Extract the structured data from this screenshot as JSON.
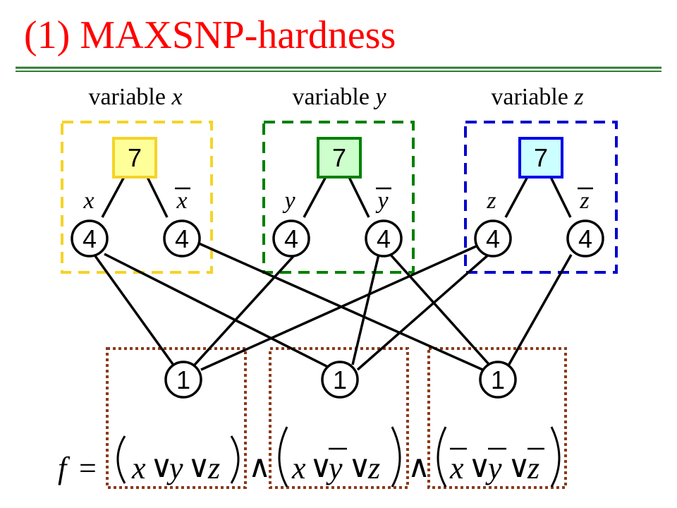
{
  "title": "(1) MAXSNP-hardness",
  "variables": [
    {
      "label": "variable ",
      "var": "x",
      "root": "7",
      "pos_lit": "x",
      "neg_lit": "x",
      "pos_weight": "4",
      "neg_weight": "4",
      "box_color": "#f5d327",
      "root_fill": "#ffff99",
      "root_stroke": "#f5d327"
    },
    {
      "label": "variable ",
      "var": "y",
      "root": "7",
      "pos_lit": "y",
      "neg_lit": "y",
      "pos_weight": "4",
      "neg_weight": "4",
      "box_color": "#008000",
      "root_fill": "#ccffcc",
      "root_stroke": "#008000"
    },
    {
      "label": "variable ",
      "var": "z",
      "root": "7",
      "pos_lit": "z",
      "neg_lit": "z",
      "pos_weight": "4",
      "neg_weight": "4",
      "box_color": "#0000cc",
      "root_fill": "#ccffff",
      "root_stroke": "#0000ee"
    }
  ],
  "clauses": [
    {
      "weight": "1"
    },
    {
      "weight": "1"
    },
    {
      "weight": "1"
    }
  ],
  "formula": {
    "f": "f",
    "eq": "=",
    "and": "∧",
    "or": "∨",
    "clause1": [
      "x",
      "y",
      "z"
    ],
    "clause2": [
      "x",
      "y",
      "z"
    ],
    "clause3": [
      "x",
      "y",
      "z"
    ]
  },
  "colors": {
    "title": "#ff0000",
    "rule": "#2e7d32",
    "clause_box": "#8b3a1a"
  }
}
